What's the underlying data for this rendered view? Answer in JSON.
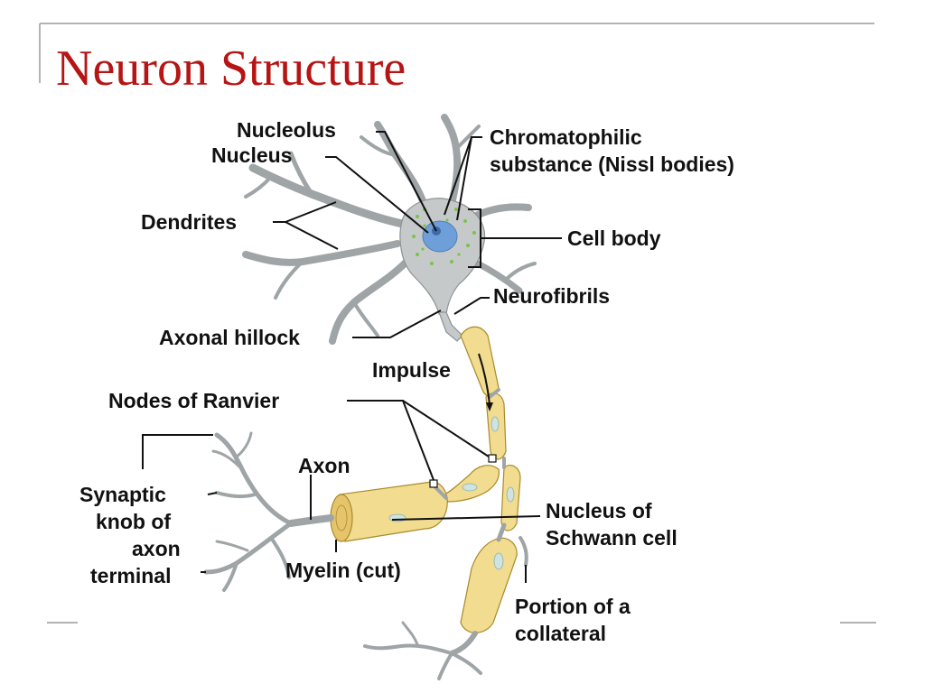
{
  "slide": {
    "title": "Neuron Structure"
  },
  "diagram": {
    "labels": {
      "nucleolus": "Nucleolus",
      "nucleus": "Nucleus",
      "chromatophilic_line1": "Chromatophilic",
      "chromatophilic_line2": "substance (Nissl bodies)",
      "dendrites": "Dendrites",
      "cell_body": "Cell body",
      "neurofibrils": "Neurofibrils",
      "axonal_hillock": "Axonal hillock",
      "impulse": "Impulse",
      "nodes_of_ranvier": "Nodes of Ranvier",
      "axon": "Axon",
      "synaptic_line1": "Synaptic",
      "synaptic_line2": "knob of",
      "synaptic_line3": "axon",
      "synaptic_line4": "terminal",
      "nucleus_schwann_line1": "Nucleus of",
      "nucleus_schwann_line2": "Schwann cell",
      "myelin": "Myelin (cut)",
      "collateral_line1": "Portion of a",
      "collateral_line2": "collateral"
    },
    "colors": {
      "title": "#b71515",
      "neuron": "#c6c9ca",
      "myelin": "#f2dc8f",
      "nucleus": "#6f9fd8",
      "nissl": "#7cc24a"
    }
  }
}
